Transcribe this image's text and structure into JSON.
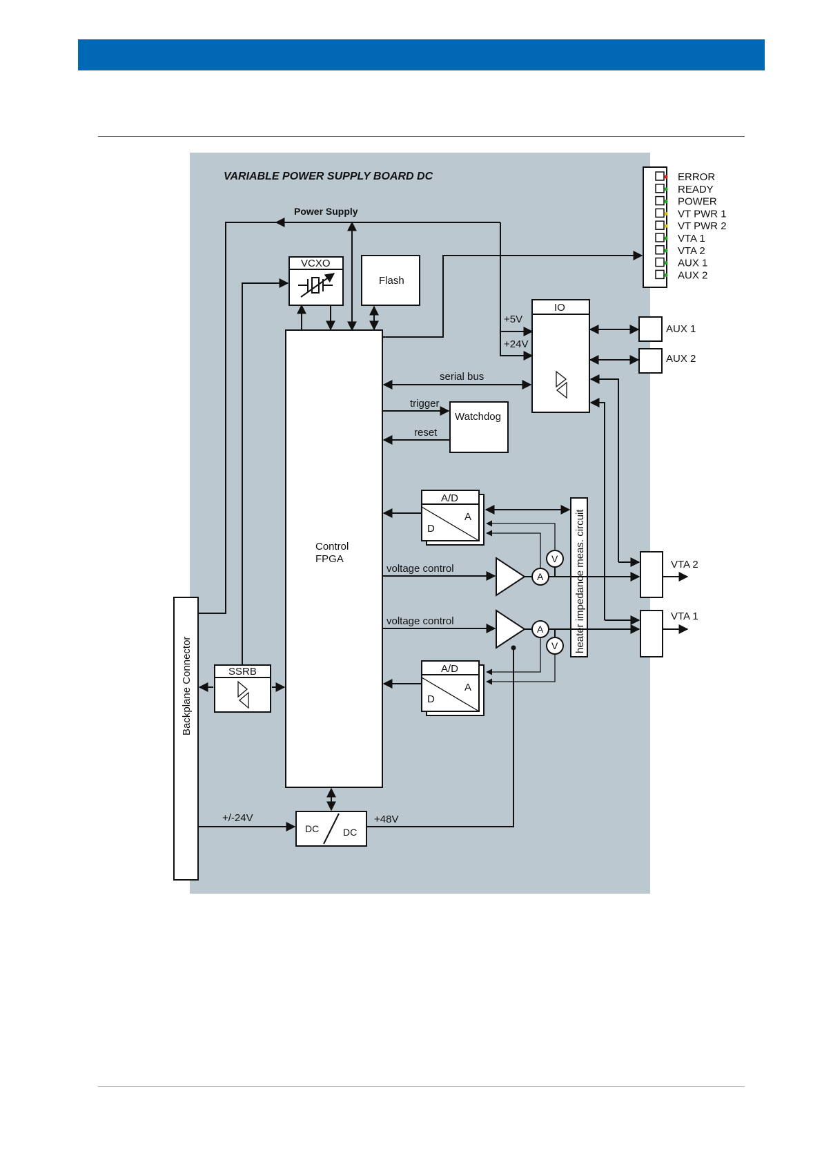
{
  "colors": {
    "header_bar": "#0068b4",
    "board_bg": "#bcc8d0"
  },
  "diagram": {
    "title": "VARIABLE POWER SUPPLY BOARD DC",
    "power_supply": "Power Supply",
    "vcxo": "VCXO",
    "flash": "Flash",
    "io": "IO",
    "plus5v": "+5V",
    "plus24v": "+24V",
    "aux1": "AUX 1",
    "aux2": "AUX 2",
    "serial_bus": "serial bus",
    "trigger": "trigger",
    "reset": "reset",
    "watchdog": "Watchdog",
    "ad_top": "A/D",
    "ad_bottom": "A/D",
    "ad_a": "A",
    "ad_d": "D",
    "control_fpga_1": "Control",
    "control_fpga_2": "FPGA",
    "voltage_control_1": "voltage control",
    "voltage_control_2": "voltage control",
    "heater_circuit": "heater impedance meas. circuit",
    "meter_v": "V",
    "meter_a": "A",
    "vta1": "VTA 1",
    "vta2": "VTA 2",
    "backplane": "Backplane Connector",
    "ssrb": "SSRB",
    "pm24v": "+/-24V",
    "plus48v": "+48V",
    "dc_left": "DC",
    "dc_right": "DC",
    "leds": [
      {
        "label": "ERROR",
        "color": "#e02020"
      },
      {
        "label": "READY",
        "color": "#22aa22"
      },
      {
        "label": "POWER",
        "color": "#22aa22"
      },
      {
        "label": "VT PWR 1",
        "color": "#e0c000"
      },
      {
        "label": "VT PWR 2",
        "color": "#e0c000"
      },
      {
        "label": "VTA 1",
        "color": "#22aa22"
      },
      {
        "label": "VTA 2",
        "color": "#22aa22"
      },
      {
        "label": "AUX 1",
        "color": "#22aa22"
      },
      {
        "label": "AUX 2",
        "color": "#22aa22"
      }
    ]
  }
}
